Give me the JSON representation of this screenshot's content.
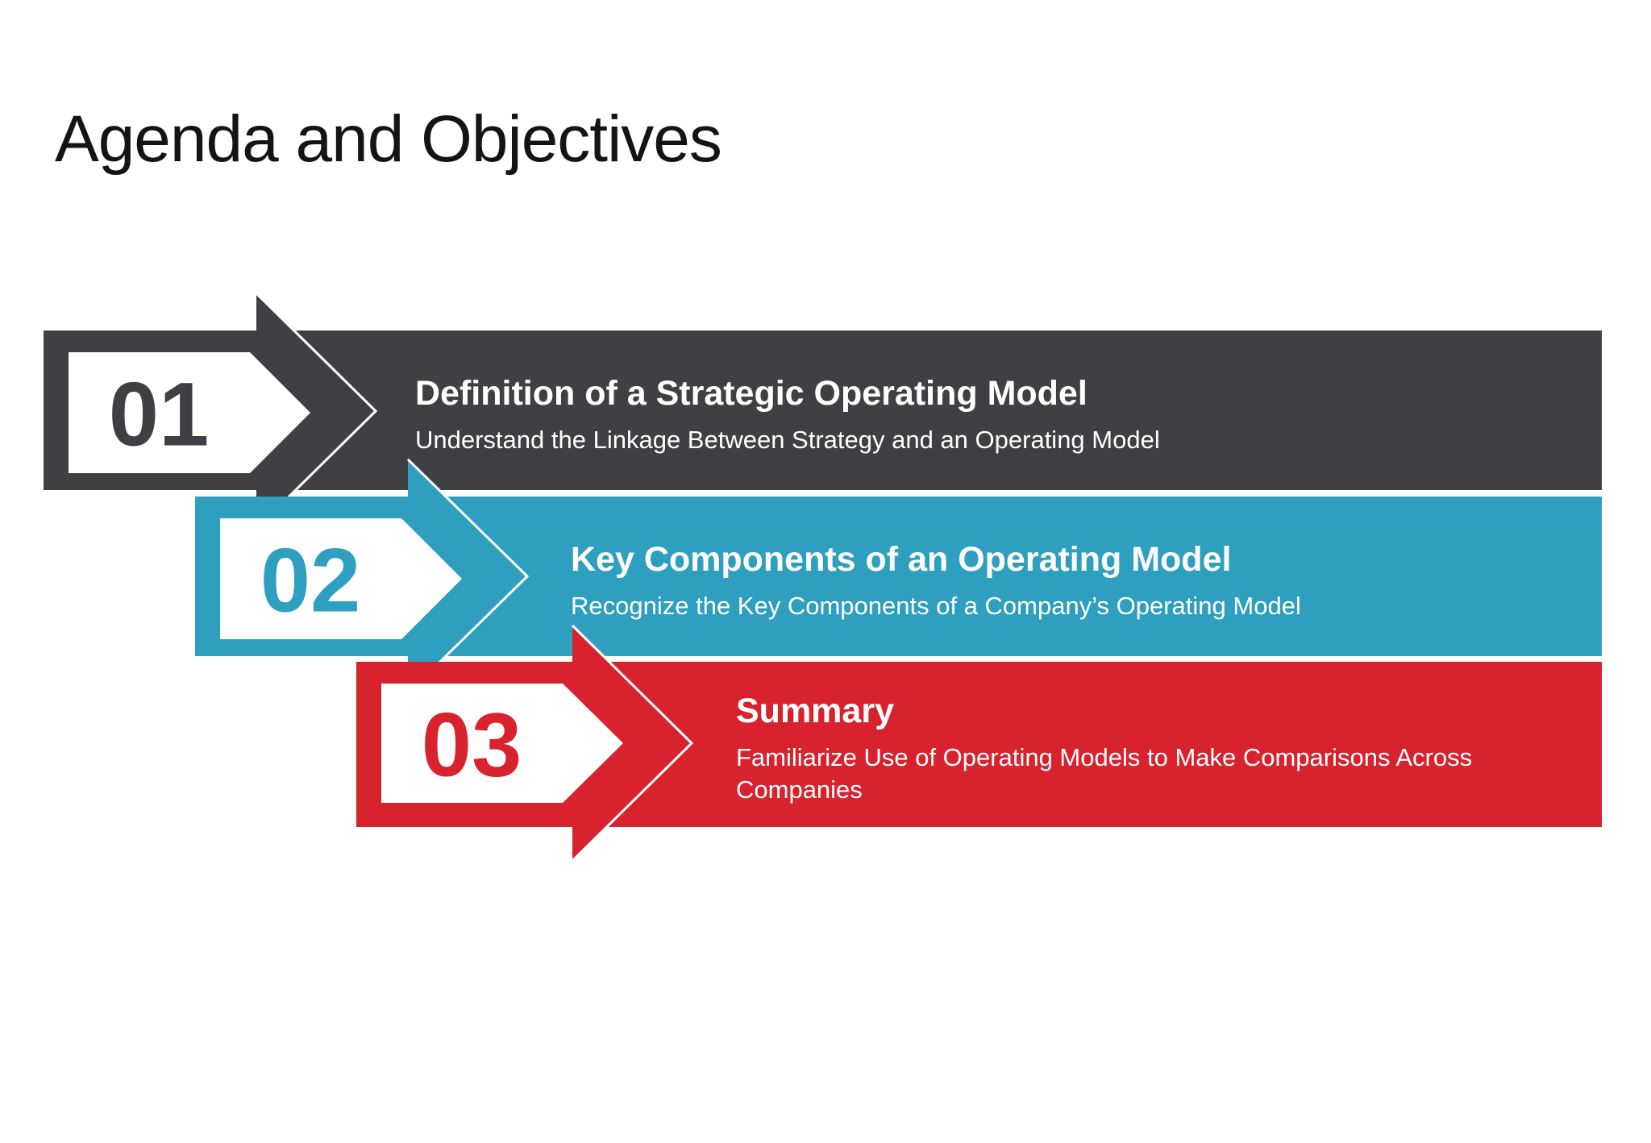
{
  "slide": {
    "title": "Agenda and Objectives"
  },
  "colors": {
    "banner1_dark": "#3F4043",
    "banner2_teal": "#2E9FBF",
    "banner3_red": "#D8222E",
    "text_on_banner": "#FFFFFF",
    "badge_fill": "#FFFFFF",
    "slide_title_text": "#141414",
    "background": "#FFFFFF"
  },
  "banners": [
    {
      "number": "01",
      "title": "Definition of a Strategic Operating Model",
      "subtitle": "Understand the Linkage Between Strategy and an Operating Model",
      "color": "#3F4043"
    },
    {
      "number": "02",
      "title": "Key Components of an Operating Model",
      "subtitle": "Recognize the Key Components of a Company’s Operating Model",
      "color": "#2E9FBF"
    },
    {
      "number": "03",
      "title": "Summary",
      "subtitle": "Familiarize Use of Operating Models to Make Comparisons Across Companies",
      "color": "#D8222E"
    }
  ]
}
